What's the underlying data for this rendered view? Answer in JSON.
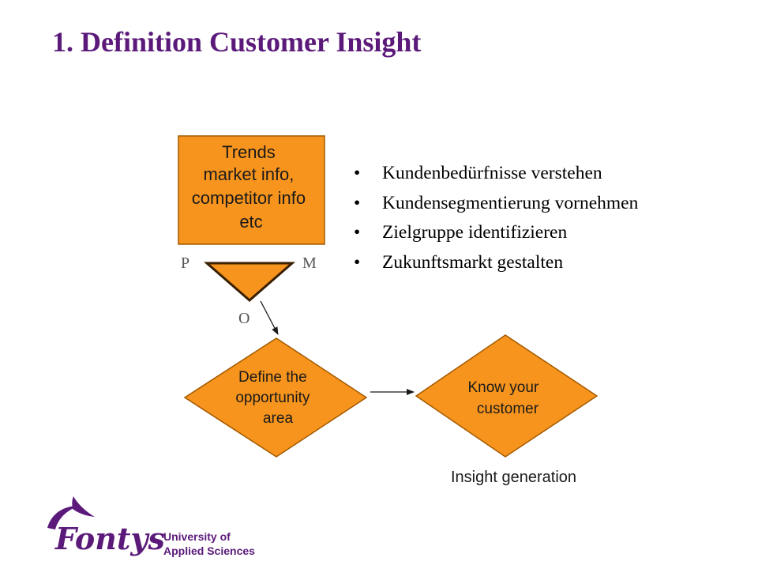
{
  "title": "1. Definition Customer Insight",
  "bullets": [
    "Kundenbedürfnisse verstehen",
    "Kundensegmentierung vornehmen",
    "Zielgruppe identifizieren",
    "Zukunftsmarkt gestalten"
  ],
  "diagram": {
    "trends_box": [
      "Trends",
      "market info,",
      "competitor info",
      "etc"
    ],
    "funnel_labels": {
      "p": "P",
      "m": "M",
      "o": "O"
    },
    "define_diamond": [
      "Define the",
      "opportunity",
      "area"
    ],
    "know_diamond": [
      "Know your",
      "customer"
    ],
    "caption": "Insight generation"
  },
  "logo": {
    "brand": "Fontys",
    "line1": "University of",
    "line2": "Applied Sciences"
  },
  "colors": {
    "accent_purple": "#5b1a7a",
    "shape_orange": "#f7941d",
    "shape_border": "#a25a00"
  }
}
